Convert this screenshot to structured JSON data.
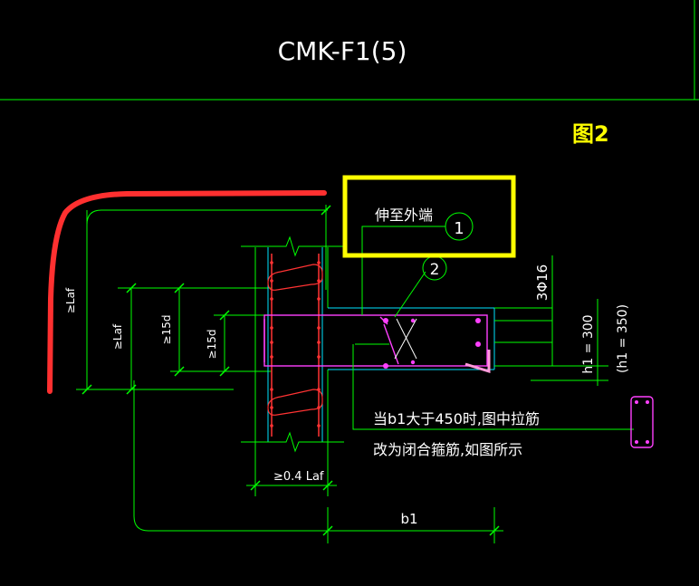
{
  "drawing": {
    "title": "CMK-F1(5)",
    "figure_label": "图2",
    "annotations": {
      "extend_to_end": "伸至外端",
      "note_line1": "当b1大于450时,图中拉筋",
      "note_line2": "改为闭合箍筋,如图所示"
    },
    "callouts": [
      "1",
      "2"
    ],
    "dimensions": {
      "rebar_spec": "3Φ16",
      "h1": "h1 = 300",
      "h1_alt": "(h1 = 350)",
      "b1": "b1",
      "lap_04": "≥0.4 Laf",
      "laf_outer": "≥Laf",
      "laf_inner": "≥Laf",
      "d15_a": "≥15d",
      "d15_b": "≥15d"
    }
  },
  "colors": {
    "background": "#000000",
    "frame_line": "#00ff00",
    "dimension": "#00ff00",
    "text": "#ffffff",
    "highlight_box": "#ffff00",
    "figure_label": "#ffff00",
    "markup_stroke": "#ff3030",
    "rebar_magenta": "#ff40ff",
    "rebar_red": "#ff3333",
    "concrete_cyan": "#00e5ff"
  }
}
